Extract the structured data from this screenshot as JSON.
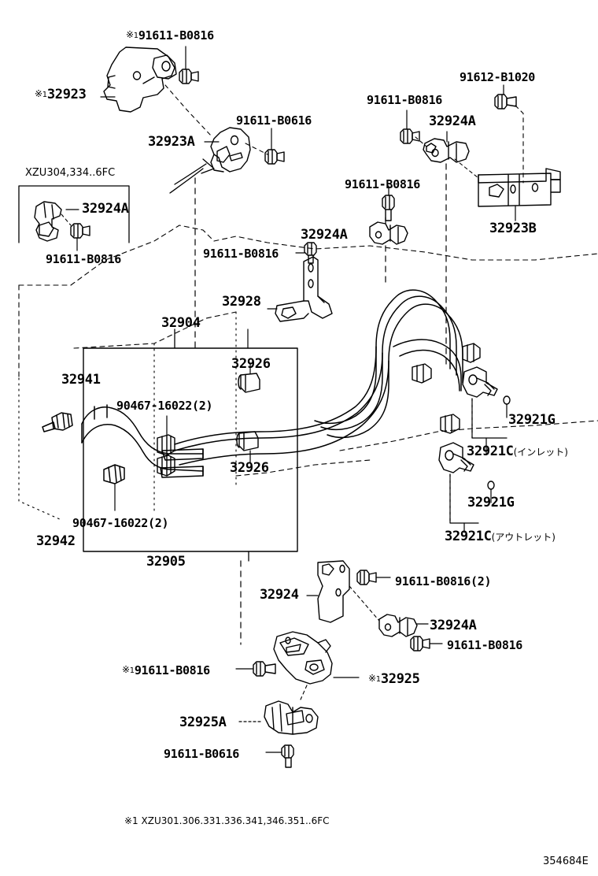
{
  "diagram": {
    "drawing_number": "354684E",
    "footnote": "※1  XZU301.306.331.336.341,346.351..6FC",
    "group_box_caption": "XZU304,334..6FC"
  },
  "labels": {
    "l_91611_b0816_top": "91611-B0816",
    "l_32923": "32923",
    "l_32923a": "32923A",
    "l_91611_b0616_top": "91611-B0616",
    "l_91611_b0816_tr1": "91611-B0816",
    "l_91612_b1020": "91612-B1020",
    "l_32924a_tr": "32924A",
    "l_91611_b0816_tr2": "91611-B0816",
    "l_32923b": "32923B",
    "l_32924a_left": "32924A",
    "l_91611_b0816_left": "91611-B0816",
    "l_91611_b0816_mid": "91611-B0816",
    "l_32924a_mid": "32924A",
    "l_32928": "32928",
    "l_32904": "32904",
    "l_32926_top": "32926",
    "l_32941": "32941",
    "l_90467_top": "90467-16022(2)",
    "l_90467_bottom": "90467-16022(2)",
    "l_32926_bottom": "32926",
    "l_32942": "32942",
    "l_32905": "32905",
    "l_32921g_upper": "32921G",
    "l_32921c_inlet_code": "32921C",
    "l_32921c_inlet_kana": "(インレット)",
    "l_32921g_lower": "32921G",
    "l_32921c_outlet_code": "32921C",
    "l_32921c_outlet_kana": "(アウトレット)",
    "l_32924": "32924",
    "l_91611_b0816_2x": "91611-B0816(2)",
    "l_32924a_br": "32924A",
    "l_91611_b0816_br": "91611-B0816",
    "l_91611_b0816_bl": "91611-B0816",
    "l_32925": "32925",
    "l_32925a": "32925A",
    "l_91611_b0616_bottom": "91611-B0616"
  },
  "marks": {
    "asterisk_1": "※",
    "asterisk_index": "1"
  },
  "colors": {
    "line": "#000000",
    "background": "#ffffff"
  }
}
